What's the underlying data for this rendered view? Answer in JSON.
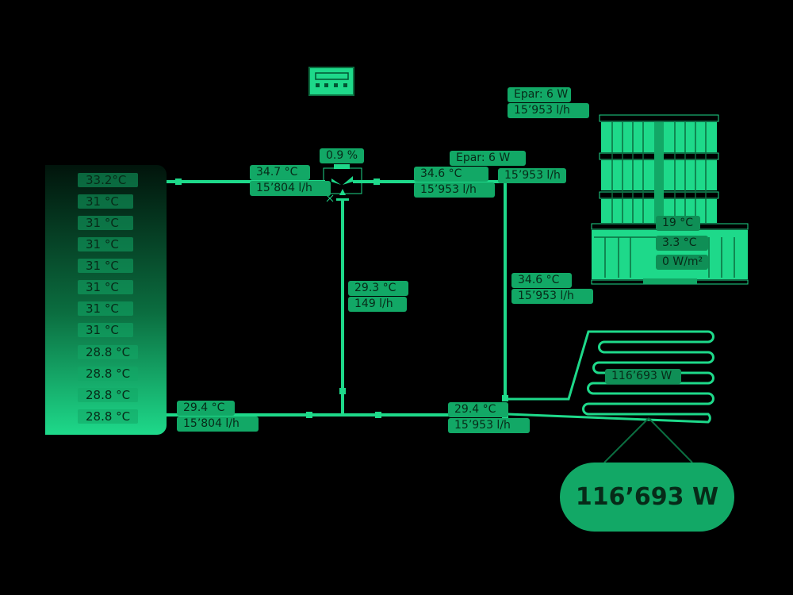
{
  "colors": {
    "pipe": "#1ed98a",
    "label": "#12a866",
    "text": "#072a18"
  },
  "tank": {
    "temps": [
      "33.2°C",
      "31 °C",
      "31 °C",
      "31 °C",
      "31 °C",
      "31 °C",
      "31 °C",
      "31 °C",
      "28.8 °C",
      "28.8 °C",
      "28.8 °C",
      "28.8 °C"
    ]
  },
  "valve": {
    "opening": "0.9 %",
    "icon": "three-way-valve-icon"
  },
  "controller": {
    "icon": "controller-icon"
  },
  "supply_left": {
    "temp": "34.7 °C",
    "flow": "15’804 l/h"
  },
  "supply_right": {
    "temp": "34.6 °C",
    "flow": "15’953 l/h"
  },
  "pump_hidden": {
    "epar": "Epar: 6 W",
    "flow": "15’953 l/h"
  },
  "bypass": {
    "temp": "29.3 °C",
    "flow": "149 l/h"
  },
  "return_left": {
    "temp": "29.4 °C",
    "flow": "15’804 l/h"
  },
  "return_right": {
    "temp": "29.4 °C",
    "flow": "15’953 l/h"
  },
  "riser": {
    "temp": "34.6 °C",
    "flow": "15’953 l/h"
  },
  "pump": {
    "epar": "Epar: 6 W",
    "flow": "15’953 l/h"
  },
  "building": {
    "indoor": "19 °C",
    "outdoor": "3.3 °C",
    "solar": "0 W/m²"
  },
  "floor_heating": {
    "power": "116’693 W"
  },
  "total": {
    "power": "116’693 W"
  }
}
